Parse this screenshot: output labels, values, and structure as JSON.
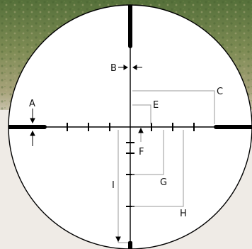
{
  "colors": {
    "grass_top": "#5f7a3e",
    "grass_mid": "#86935a",
    "grass_light": "#a9a47a",
    "ground": "#efebe6",
    "reticle_fill": "#ffffff",
    "reticle_line": "#000000",
    "dim_line": "#9a9a9a"
  },
  "labels": {
    "a": "A",
    "b": "B",
    "c": "C",
    "e": "E",
    "f": "F",
    "g": "G",
    "h": "H",
    "i": "I"
  }
}
